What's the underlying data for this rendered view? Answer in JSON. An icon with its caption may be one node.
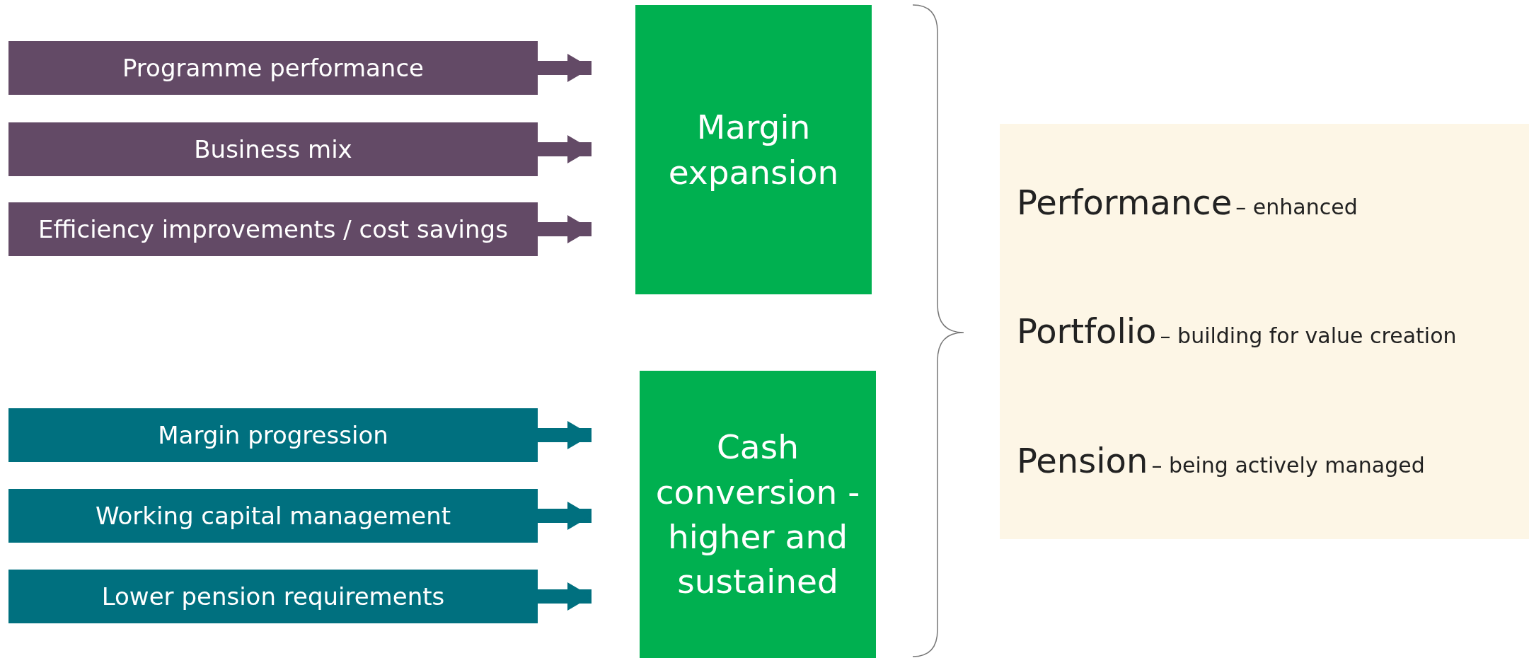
{
  "diagram": {
    "nodes": [
      {
        "text": [
          "Programme performance"
        ]
      },
      {
        "text": [
          "Business mix"
        ]
      },
      {
        "text": [
          "Efficiency improvements / cost savings"
        ]
      },
      {
        "text": [
          "Margin expansion"
        ]
      },
      {
        "text": [
          "Margin progression"
        ]
      },
      {
        "text": [
          "Working capital management"
        ]
      },
      {
        "text": [
          "Lower pension requirements"
        ]
      },
      {
        "text": [
          "Cash conversion - higher and sustained"
        ]
      },
      {
        "text": [
          "Performance",
          "– enhanced",
          "Portfolio",
          "– building for value creation",
          "Pension",
          "– being actively managed"
        ]
      }
    ],
    "edges": [
      {
        "from": 0,
        "to": 3,
        "arrow": "to",
        "color": "#634a66"
      },
      {
        "from": 1,
        "to": 3,
        "arrow": "to",
        "color": "#634a66"
      },
      {
        "from": 2,
        "to": 3,
        "arrow": "to",
        "color": "#634a66"
      },
      {
        "from": 4,
        "to": 7,
        "arrow": "to",
        "color": "#00707f"
      },
      {
        "from": 5,
        "to": 7,
        "arrow": "to",
        "color": "#00707f"
      },
      {
        "from": 6,
        "to": 7,
        "arrow": "to",
        "color": "#00707f"
      }
    ]
  }
}
